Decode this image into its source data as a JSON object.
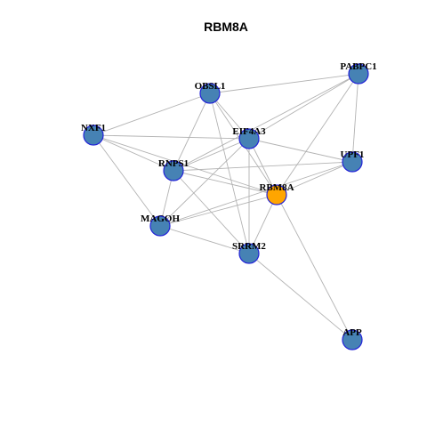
{
  "title": "RBM8A",
  "colors": {
    "node_fill": "#4682b4",
    "node_border": "#2323d8",
    "highlight_fill": "#ffa500",
    "edge": "#b3b3b3"
  },
  "nodes": [
    {
      "id": "PABPC1",
      "label": "PABPC1",
      "highlight": false
    },
    {
      "id": "OBSL1",
      "label": "OBSL1",
      "highlight": false
    },
    {
      "id": "NXF1",
      "label": "NXF1",
      "highlight": false
    },
    {
      "id": "EIF4A3",
      "label": "EIF4A3",
      "highlight": false
    },
    {
      "id": "UPF1",
      "label": "UPF1",
      "highlight": false
    },
    {
      "id": "RNPS1",
      "label": "RNPS1",
      "highlight": false
    },
    {
      "id": "RBM8A",
      "label": "RBM8A",
      "highlight": true
    },
    {
      "id": "MAGOH",
      "label": "MAGOH",
      "highlight": false
    },
    {
      "id": "SRRM2",
      "label": "SRRM2",
      "highlight": false
    },
    {
      "id": "APP",
      "label": "APP",
      "highlight": false
    }
  ],
  "edges": [
    [
      "OBSL1",
      "PABPC1"
    ],
    [
      "NXF1",
      "OBSL1"
    ],
    [
      "OBSL1",
      "EIF4A3"
    ],
    [
      "OBSL1",
      "RNPS1"
    ],
    [
      "OBSL1",
      "SRRM2"
    ],
    [
      "OBSL1",
      "RBM8A"
    ],
    [
      "NXF1",
      "EIF4A3"
    ],
    [
      "NXF1",
      "RNPS1"
    ],
    [
      "NXF1",
      "MAGOH"
    ],
    [
      "NXF1",
      "RBM8A"
    ],
    [
      "EIF4A3",
      "PABPC1"
    ],
    [
      "EIF4A3",
      "UPF1"
    ],
    [
      "EIF4A3",
      "RNPS1"
    ],
    [
      "EIF4A3",
      "RBM8A"
    ],
    [
      "EIF4A3",
      "MAGOH"
    ],
    [
      "EIF4A3",
      "SRRM2"
    ],
    [
      "PABPC1",
      "UPF1"
    ],
    [
      "PABPC1",
      "RBM8A"
    ],
    [
      "PABPC1",
      "RNPS1"
    ],
    [
      "UPF1",
      "RNPS1"
    ],
    [
      "UPF1",
      "RBM8A"
    ],
    [
      "UPF1",
      "MAGOH"
    ],
    [
      "RNPS1",
      "RBM8A"
    ],
    [
      "RNPS1",
      "MAGOH"
    ],
    [
      "RNPS1",
      "SRRM2"
    ],
    [
      "RBM8A",
      "MAGOH"
    ],
    [
      "RBM8A",
      "SRRM2"
    ],
    [
      "RBM8A",
      "APP"
    ],
    [
      "MAGOH",
      "SRRM2"
    ],
    [
      "SRRM2",
      "APP"
    ]
  ]
}
